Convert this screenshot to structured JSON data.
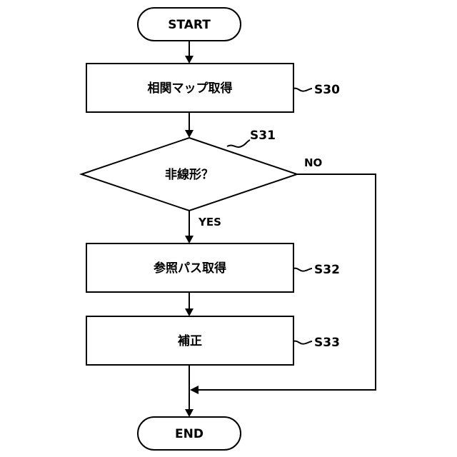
{
  "flowchart": {
    "start": {
      "label": "START"
    },
    "end": {
      "label": "END"
    },
    "steps": [
      {
        "id": "S30",
        "label": "相関マップ取得"
      },
      {
        "id": "S32",
        "label": "参照パス取得"
      },
      {
        "id": "S33",
        "label": "補正"
      }
    ],
    "decision": {
      "id": "S31",
      "label": "非線形？",
      "yes_label": "YES",
      "no_label": "NO"
    }
  }
}
